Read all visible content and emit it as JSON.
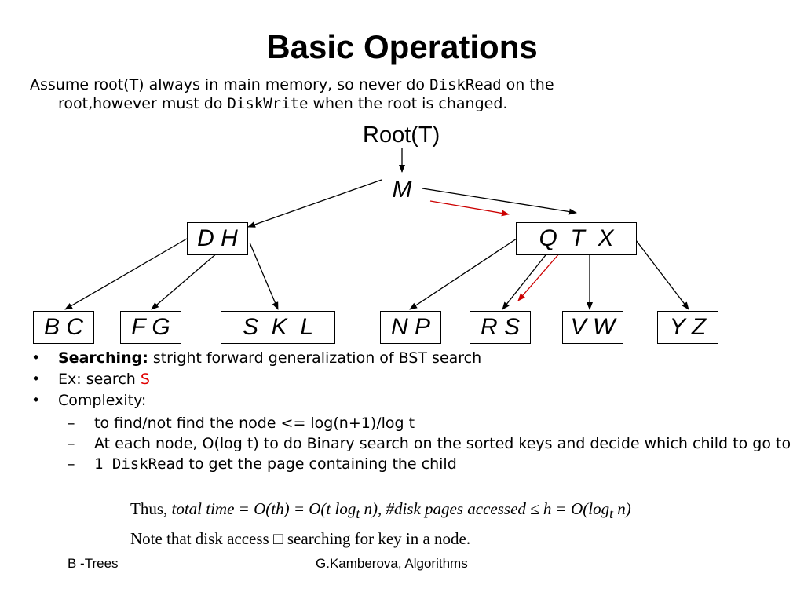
{
  "title": "Basic Operations",
  "intro": {
    "line1_a": "Assume root(T) always in main memory, so never do ",
    "line1_code": "DiskRead",
    "line1_b": " on the",
    "line2_a": "root,however must do ",
    "line2_code": "DiskWrite",
    "line2_b": " when the root is changed."
  },
  "tree": {
    "root_label": "Root(T)",
    "root_node": "M",
    "level1": [
      "D H",
      "Q  T  X"
    ],
    "leaves": [
      "B C",
      "F G",
      "S  K  L",
      "N P",
      "R S",
      "V W",
      "Y Z"
    ],
    "highlight_color": "#cc0000"
  },
  "bullets": {
    "searching_key": "Searching:",
    "searching_text": " stright forward generalization of BST search",
    "ex_text": "Ex: search ",
    "ex_key": "S",
    "complexity": "Complexity:",
    "sub1": " to find/not find the node <= log(n+1)/log t",
    "sub2": "At each node, O(log t) to do Binary search on the sorted keys and decide which child to go to",
    "sub3_code": "1 DiskRead",
    "sub3_text": " to get the page containing the child"
  },
  "formula": {
    "thus": "Thus, ",
    "body": "total  time = O(th) = O(t log",
    "sub_t": "t",
    "mid": " n), #disk  pages accessed ≤ h = O(log",
    "sub_t2": "t",
    "end": " n)"
  },
  "note": "Note that disk access  □  searching for key in a node.",
  "footer": {
    "left": "B -Trees",
    "right": "G.Kamberova, Algorithms"
  }
}
